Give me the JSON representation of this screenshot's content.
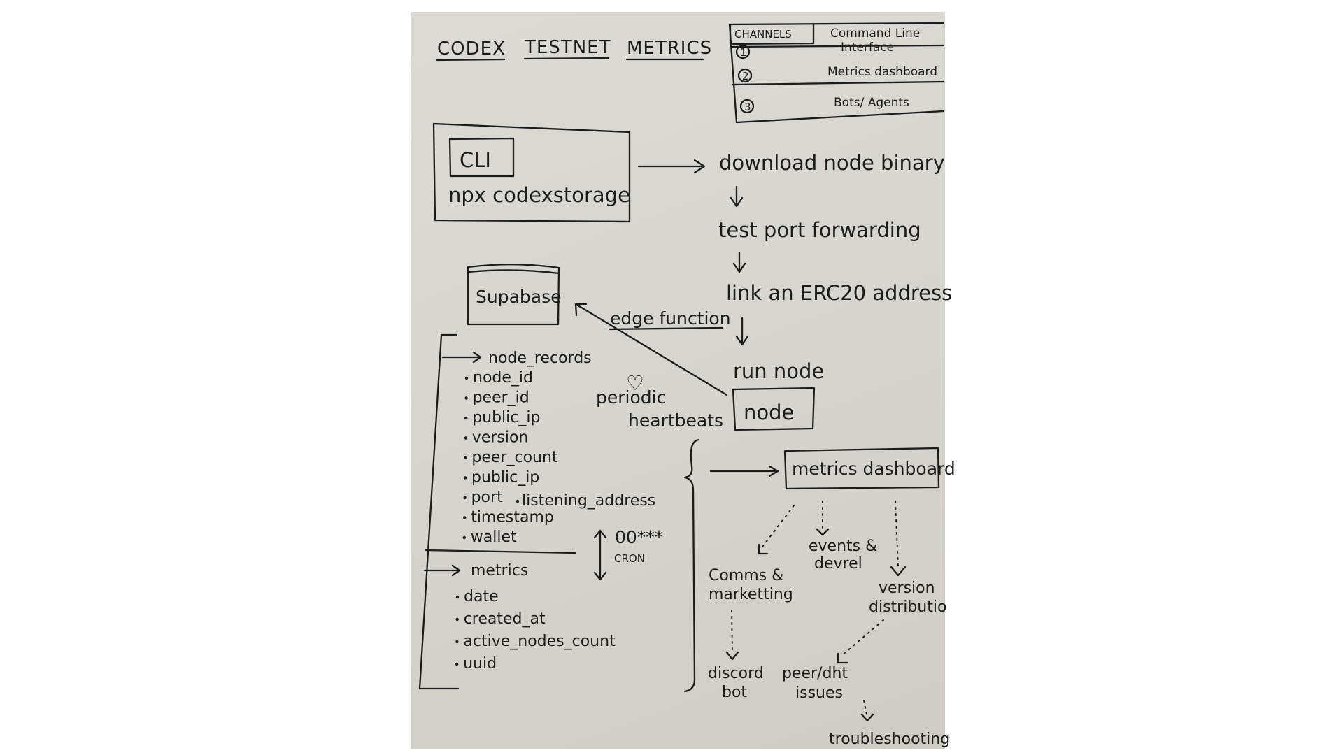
{
  "title": {
    "word1": "CODEX",
    "word2": "TESTNET",
    "word3": "METRICS"
  },
  "channels_table": {
    "header": "CHANNELS",
    "rows": [
      {
        "num": "1",
        "label_line1": "Command Line",
        "label_line2": "Interface"
      },
      {
        "num": "2",
        "label": "Metrics dashboard"
      },
      {
        "num": "3",
        "label": "Bots/ Agents"
      }
    ]
  },
  "cli": {
    "label": "CLI",
    "command": "npx codexstorage"
  },
  "flow_steps": [
    "download node binary",
    "test port forwarding",
    "link an ERC20 address",
    "run node"
  ],
  "node_label": "node",
  "supabase_label": "Supabase",
  "edge_function_label": "edge function",
  "heartbeat": {
    "symbol": "♡",
    "line1": "periodic",
    "line2": "heartbeats"
  },
  "node_records": {
    "title": "node_records",
    "fields": [
      "node_id",
      "peer_id",
      "public_ip",
      "version",
      "peer_count",
      "public_ip",
      "port",
      "timestamp",
      "wallet"
    ],
    "extra_field": "listening_address"
  },
  "cron": {
    "schedule": "00***",
    "label": "CRON"
  },
  "metrics_table": {
    "title": "metrics",
    "fields": [
      "date",
      "created_at",
      "active_nodes_count",
      "uuid"
    ]
  },
  "metrics_dashboard_label": "metrics dashboard",
  "dashboard_children": {
    "comms_line1": "Comms &",
    "comms_line2": "marketting",
    "events_line1": "events &",
    "events_line2": "devrel",
    "version_line1": "version",
    "version_line2": "distributio"
  },
  "discord_bot": {
    "line1": "discord",
    "line2": "bot"
  },
  "peer_issues": {
    "line1": "peer/dht",
    "line2": "issues"
  },
  "troubleshooting": "troubleshooting",
  "colors": {
    "page_background": "#ffffff",
    "paper": "#d6d4ce",
    "ink": "#1c1c1c"
  }
}
